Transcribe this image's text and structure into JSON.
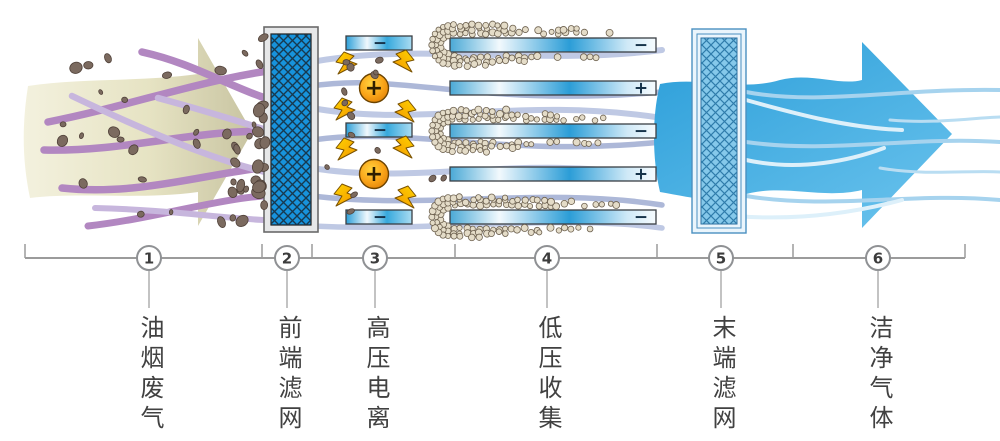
{
  "diagram": {
    "ionization": {
      "discharge_bars": [
        {
          "sign": "−"
        },
        {
          "sign": "−"
        },
        {
          "sign": "−"
        }
      ],
      "ionizers": [
        {
          "sign": "+"
        },
        {
          "sign": "+"
        }
      ]
    },
    "collection": {
      "plates": [
        {
          "sign": "−"
        },
        {
          "sign": "+"
        },
        {
          "sign": "−"
        },
        {
          "sign": "+"
        },
        {
          "sign": "−"
        }
      ]
    }
  },
  "timeline": {
    "stages": [
      {
        "num": "1",
        "label": "油烟废气"
      },
      {
        "num": "2",
        "label": "前端滤网"
      },
      {
        "num": "3",
        "label": "高压电离"
      },
      {
        "num": "4",
        "label": "低压收集"
      },
      {
        "num": "5",
        "label": "末端滤网"
      },
      {
        "num": "6",
        "label": "洁净气体"
      }
    ]
  },
  "colors": {
    "dirty_gas_arrow": "#e9e6cb",
    "smoke_stream_dark": "#b287c1",
    "smoke_stream_light": "#c7b6dd",
    "smoke_particle": "#7b6a5f",
    "smoke_particle_edge": "#4f4038",
    "front_filter_mesh": "#1793dc",
    "end_filter_mesh": "#85c8ea",
    "electrode_bar_blue": "#2d9ed8",
    "ionizer_orange": "#f79f13",
    "bolt_yellow": "#ffc20e",
    "dust_bead": "#e4dcc8",
    "dust_bead_edge": "#6e6250",
    "mid_stream": "#bfc9e4",
    "clean_arrow_blue": "#3aa8e0",
    "clean_stream": "#a6d3ee",
    "timeline_gray": "#9b9b9b",
    "sign_dark": "#16334a",
    "label_text": "#414141"
  }
}
